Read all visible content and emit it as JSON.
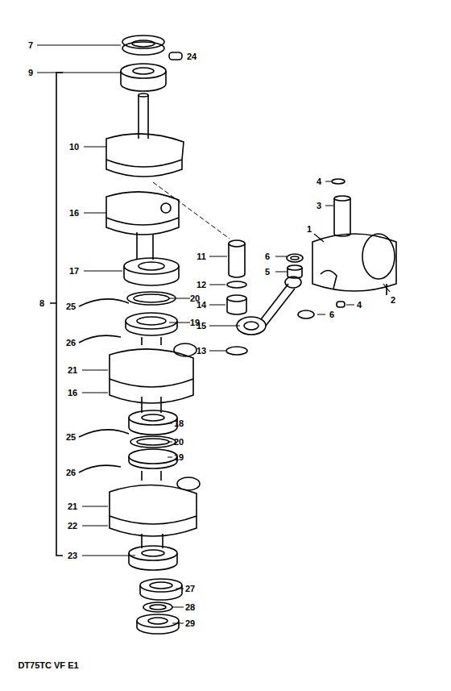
{
  "diagram": {
    "labels": [
      "7",
      "24",
      "9",
      "10",
      "16",
      "4",
      "3",
      "1",
      "11",
      "6",
      "5",
      "2",
      "12",
      "8",
      "25",
      "20",
      "17",
      "14",
      "6",
      "4",
      "19",
      "15",
      "26",
      "13",
      "21",
      "16",
      "18",
      "25",
      "20",
      "19",
      "26",
      "21",
      "22",
      "23",
      "27",
      "28",
      "29",
      "DT75TC VF E1"
    ]
  }
}
